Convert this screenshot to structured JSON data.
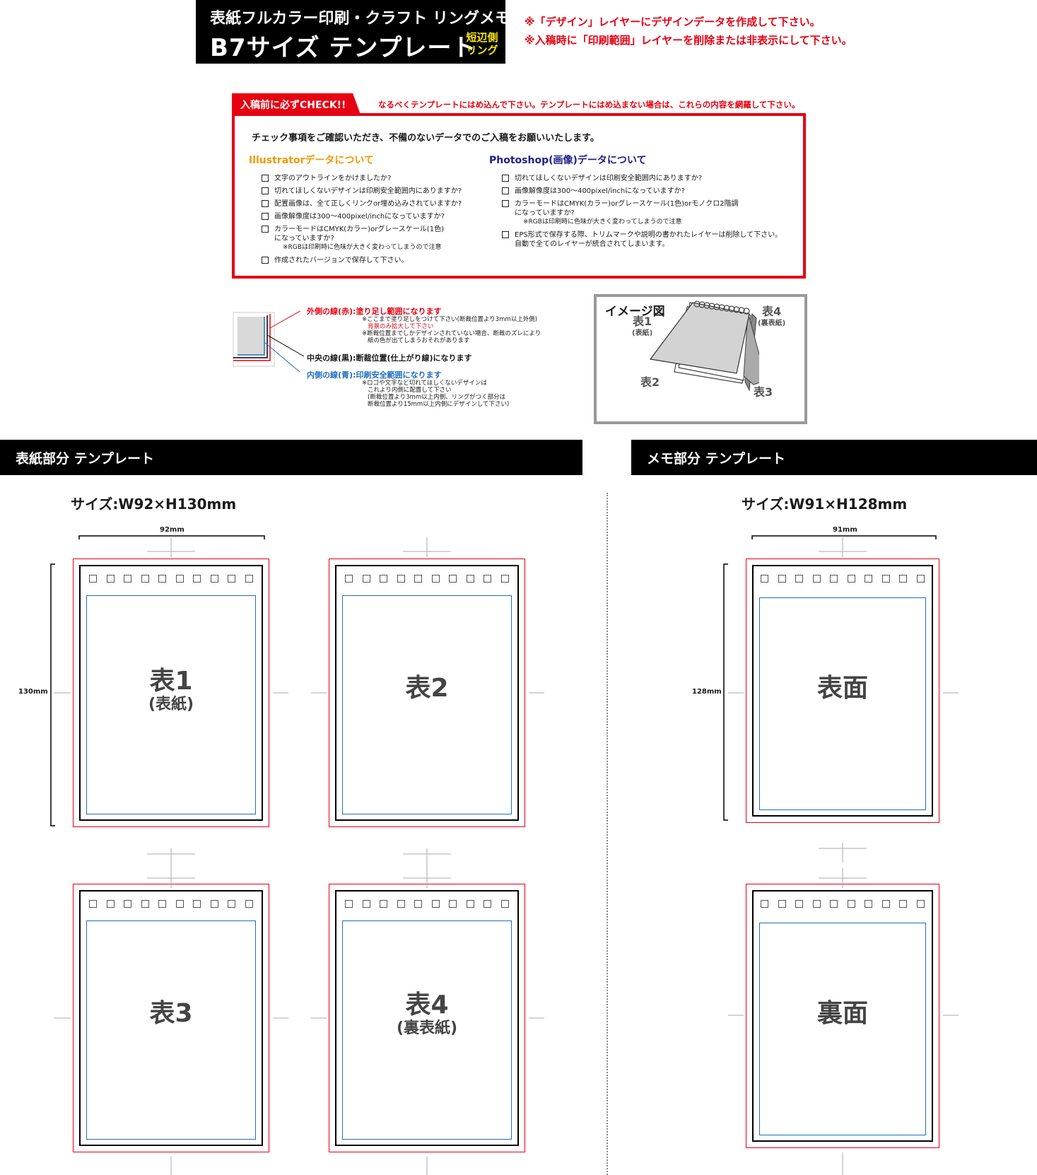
{
  "header": {
    "title_line1": "表紙フルカラー印刷・クラフト リングメモ",
    "title_line2": "B7サイズ テンプレート",
    "badge_line1": "短辺側",
    "badge_line2": "リング",
    "note1": "※「デザイン」レイヤーにデザインデータを作成して下さい。",
    "note2": "※入稿時に「印刷範囲」レイヤーを削除または非表示にして下さい。"
  },
  "check": {
    "tab": "入稿前に必ずCHECK!!",
    "tab_note": "なるべくテンプレートにはめ込んで下さい。テンプレートにはめ込まない場合は、これらの内容を網羅して下さい。",
    "intro": "チェック事項をご確認いただき、不備のないデータでのご入稿をお願いいたします。",
    "illustrator": {
      "title": "Illustratorデータについて",
      "items": [
        "文字のアウトラインをかけましたか?",
        "切れてほしくないデザインは印刷安全範囲内にありますか?",
        "配置画像は、全て正しくリンクor埋め込みされていますか?",
        "画像解像度は300〜400pixel/inchになっていますか?",
        "カラーモードはCMYK(カラー)orグレースケール(1色)",
        "作成されたバージョンで保存して下さい。"
      ],
      "item5_sub": "になっていますか?",
      "item5_note": "※RGBは印刷時に色味が大きく変わってしまうので注意"
    },
    "photoshop": {
      "title": "Photoshop(画像)データについて",
      "items": [
        "切れてほしくないデザインは印刷安全範囲内にありますか?",
        "画像解像度は300〜400pixel/inchになっていますか?",
        "カラーモードはCMYK(カラー)orグレースケール(1色)orモノクロ2階調",
        "EPS形式で保存する際、トリムマークや説明の書かれたレイヤーは削除して下さい。"
      ],
      "item3_sub": "になっていますか?",
      "item3_note": "※RGBは印刷時に色味が大きく変わってしまうので注意",
      "item4_sub": "自動で全てのレイヤーが統合されてしまいます。"
    }
  },
  "legend": {
    "outer_title": "外側の線(赤):塗り足し範囲になります",
    "outer_note1": "※ここまで塗り足しをつけて下さい(断裁位置より3mm以上外側)",
    "outer_note2": "背景のみ拡大して下さい",
    "outer_note3": "※断裁位置までしかデザインされていない場合、断裁のズレにより",
    "outer_note4": "紙の色が出てしまうおそれがあります",
    "middle_title": "中央の線(黒):断裁位置(仕上がり線)になります",
    "inner_title": "内側の線(青):印刷安全範囲になります",
    "inner_note1": "※ロゴや文字など切れてほしくないデザインは",
    "inner_note2": "これより内側に配置して下さい",
    "inner_note3": "(断裁位置より3mm以上内側、リングがつく部分は",
    "inner_note4": "断裁位置より15mm以上内側にデザインして下さい)",
    "colors": {
      "red": "#e60012",
      "black": "#000000",
      "blue": "#1f6fbf"
    }
  },
  "image_diagram": {
    "title": "イメージ図",
    "label_1": "表1",
    "label_1_sub": "(表紙)",
    "label_2": "表2",
    "label_3": "表3",
    "label_4": "表4",
    "label_4_sub": "(裏表紙)"
  },
  "cover_section": {
    "title": "表紙部分 テンプレート",
    "size": "サイズ:W92×H130mm",
    "width_label": "92mm",
    "height_label": "130mm",
    "panels": [
      {
        "label": "表1",
        "sub": "(表紙)"
      },
      {
        "label": "表2",
        "sub": ""
      },
      {
        "label": "表3",
        "sub": ""
      },
      {
        "label": "表4",
        "sub": "(裏表紙)"
      }
    ]
  },
  "memo_section": {
    "title": "メモ部分 テンプレート",
    "size": "サイズ:W91×H128mm",
    "width_label": "91mm",
    "height_label": "128mm",
    "panels": [
      {
        "label": "表面",
        "sub": ""
      },
      {
        "label": "裏面",
        "sub": ""
      }
    ]
  }
}
